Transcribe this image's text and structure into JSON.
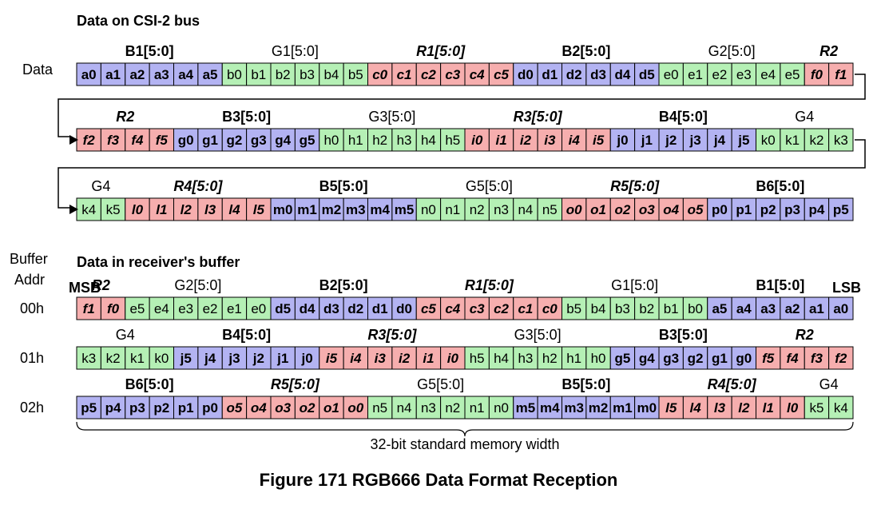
{
  "section_bus": "Data on CSI-2 bus",
  "section_buffer": "Data in receiver's buffer",
  "row_label_data": "Data",
  "buffer_addr_label": [
    "Buffer",
    "Addr"
  ],
  "msb_label": "MSB",
  "lsb_label": "LSB",
  "width_label": "32-bit standard memory width",
  "caption": "Figure 171 RGB666 Data Format Reception",
  "colors": {
    "B": "#b3b3f2",
    "G": "#b5f0b5",
    "R": "#f6aeae",
    "border": "#000000"
  },
  "bus_rows": [
    {
      "cells": [
        {
          "t": "a0",
          "c": "B"
        },
        {
          "t": "a1",
          "c": "B"
        },
        {
          "t": "a2",
          "c": "B"
        },
        {
          "t": "a3",
          "c": "B"
        },
        {
          "t": "a4",
          "c": "B"
        },
        {
          "t": "a5",
          "c": "B"
        },
        {
          "t": "b0",
          "c": "G"
        },
        {
          "t": "b1",
          "c": "G"
        },
        {
          "t": "b2",
          "c": "G"
        },
        {
          "t": "b3",
          "c": "G"
        },
        {
          "t": "b4",
          "c": "G"
        },
        {
          "t": "b5",
          "c": "G"
        },
        {
          "t": "c0",
          "c": "R"
        },
        {
          "t": "c1",
          "c": "R"
        },
        {
          "t": "c2",
          "c": "R"
        },
        {
          "t": "c3",
          "c": "R"
        },
        {
          "t": "c4",
          "c": "R"
        },
        {
          "t": "c5",
          "c": "R"
        },
        {
          "t": "d0",
          "c": "B"
        },
        {
          "t": "d1",
          "c": "B"
        },
        {
          "t": "d2",
          "c": "B"
        },
        {
          "t": "d3",
          "c": "B"
        },
        {
          "t": "d4",
          "c": "B"
        },
        {
          "t": "d5",
          "c": "B"
        },
        {
          "t": "e0",
          "c": "G"
        },
        {
          "t": "e1",
          "c": "G"
        },
        {
          "t": "e2",
          "c": "G"
        },
        {
          "t": "e3",
          "c": "G"
        },
        {
          "t": "e4",
          "c": "G"
        },
        {
          "t": "e5",
          "c": "G"
        },
        {
          "t": "f0",
          "c": "R"
        },
        {
          "t": "f1",
          "c": "R"
        }
      ],
      "groups": [
        {
          "label": "B1[5:0]",
          "start": 0,
          "len": 6,
          "style": "bold"
        },
        {
          "label": "G1[5:0]",
          "start": 6,
          "len": 6,
          "style": "normal"
        },
        {
          "label": "R1[5:0]",
          "start": 12,
          "len": 6,
          "style": "bolditalic"
        },
        {
          "label": "B2[5:0]",
          "start": 18,
          "len": 6,
          "style": "bold"
        },
        {
          "label": "G2[5:0]",
          "start": 24,
          "len": 6,
          "style": "normal"
        },
        {
          "label": "R2",
          "start": 30,
          "len": 2,
          "style": "bolditalic"
        }
      ]
    },
    {
      "cells": [
        {
          "t": "f2",
          "c": "R"
        },
        {
          "t": "f3",
          "c": "R"
        },
        {
          "t": "f4",
          "c": "R"
        },
        {
          "t": "f5",
          "c": "R"
        },
        {
          "t": "g0",
          "c": "B"
        },
        {
          "t": "g1",
          "c": "B"
        },
        {
          "t": "g2",
          "c": "B"
        },
        {
          "t": "g3",
          "c": "B"
        },
        {
          "t": "g4",
          "c": "B"
        },
        {
          "t": "g5",
          "c": "B"
        },
        {
          "t": "h0",
          "c": "G"
        },
        {
          "t": "h1",
          "c": "G"
        },
        {
          "t": "h2",
          "c": "G"
        },
        {
          "t": "h3",
          "c": "G"
        },
        {
          "t": "h4",
          "c": "G"
        },
        {
          "t": "h5",
          "c": "G"
        },
        {
          "t": "i0",
          "c": "R"
        },
        {
          "t": "i1",
          "c": "R"
        },
        {
          "t": "i2",
          "c": "R"
        },
        {
          "t": "i3",
          "c": "R"
        },
        {
          "t": "i4",
          "c": "R"
        },
        {
          "t": "i5",
          "c": "R"
        },
        {
          "t": "j0",
          "c": "B"
        },
        {
          "t": "j1",
          "c": "B"
        },
        {
          "t": "j2",
          "c": "B"
        },
        {
          "t": "j3",
          "c": "B"
        },
        {
          "t": "j4",
          "c": "B"
        },
        {
          "t": "j5",
          "c": "B"
        },
        {
          "t": "k0",
          "c": "G"
        },
        {
          "t": "k1",
          "c": "G"
        },
        {
          "t": "k2",
          "c": "G"
        },
        {
          "t": "k3",
          "c": "G"
        }
      ],
      "groups": [
        {
          "label": "R2",
          "start": 0,
          "len": 4,
          "style": "bolditalic"
        },
        {
          "label": "B3[5:0]",
          "start": 4,
          "len": 6,
          "style": "bold"
        },
        {
          "label": "G3[5:0]",
          "start": 10,
          "len": 6,
          "style": "normal"
        },
        {
          "label": "R3[5:0]",
          "start": 16,
          "len": 6,
          "style": "bolditalic"
        },
        {
          "label": "B4[5:0]",
          "start": 22,
          "len": 6,
          "style": "bold"
        },
        {
          "label": "G4",
          "start": 28,
          "len": 4,
          "style": "normal"
        }
      ]
    },
    {
      "cells": [
        {
          "t": "k4",
          "c": "G"
        },
        {
          "t": "k5",
          "c": "G"
        },
        {
          "t": "l0",
          "c": "R"
        },
        {
          "t": "l1",
          "c": "R"
        },
        {
          "t": "l2",
          "c": "R"
        },
        {
          "t": "l3",
          "c": "R"
        },
        {
          "t": "l4",
          "c": "R"
        },
        {
          "t": "l5",
          "c": "R"
        },
        {
          "t": "m0",
          "c": "B"
        },
        {
          "t": "m1",
          "c": "B"
        },
        {
          "t": "m2",
          "c": "B"
        },
        {
          "t": "m3",
          "c": "B"
        },
        {
          "t": "m4",
          "c": "B"
        },
        {
          "t": "m5",
          "c": "B"
        },
        {
          "t": "n0",
          "c": "G"
        },
        {
          "t": "n1",
          "c": "G"
        },
        {
          "t": "n2",
          "c": "G"
        },
        {
          "t": "n3",
          "c": "G"
        },
        {
          "t": "n4",
          "c": "G"
        },
        {
          "t": "n5",
          "c": "G"
        },
        {
          "t": "o0",
          "c": "R"
        },
        {
          "t": "o1",
          "c": "R"
        },
        {
          "t": "o2",
          "c": "R"
        },
        {
          "t": "o3",
          "c": "R"
        },
        {
          "t": "o4",
          "c": "R"
        },
        {
          "t": "o5",
          "c": "R"
        },
        {
          "t": "p0",
          "c": "B"
        },
        {
          "t": "p1",
          "c": "B"
        },
        {
          "t": "p2",
          "c": "B"
        },
        {
          "t": "p3",
          "c": "B"
        },
        {
          "t": "p4",
          "c": "B"
        },
        {
          "t": "p5",
          "c": "B"
        }
      ],
      "groups": [
        {
          "label": "G4",
          "start": 0,
          "len": 2,
          "style": "normal"
        },
        {
          "label": "R4[5:0]",
          "start": 2,
          "len": 6,
          "style": "bolditalic"
        },
        {
          "label": "B5[5:0]",
          "start": 8,
          "len": 6,
          "style": "bold"
        },
        {
          "label": "G5[5:0]",
          "start": 14,
          "len": 6,
          "style": "normal"
        },
        {
          "label": "R5[5:0]",
          "start": 20,
          "len": 6,
          "style": "bolditalic"
        },
        {
          "label": "B6[5:0]",
          "start": 26,
          "len": 6,
          "style": "bold"
        }
      ]
    }
  ],
  "buffer_rows": [
    {
      "addr": "00h",
      "cells": [
        {
          "t": "f1",
          "c": "R"
        },
        {
          "t": "f0",
          "c": "R"
        },
        {
          "t": "e5",
          "c": "G"
        },
        {
          "t": "e4",
          "c": "G"
        },
        {
          "t": "e3",
          "c": "G"
        },
        {
          "t": "e2",
          "c": "G"
        },
        {
          "t": "e1",
          "c": "G"
        },
        {
          "t": "e0",
          "c": "G"
        },
        {
          "t": "d5",
          "c": "B"
        },
        {
          "t": "d4",
          "c": "B"
        },
        {
          "t": "d3",
          "c": "B"
        },
        {
          "t": "d2",
          "c": "B"
        },
        {
          "t": "d1",
          "c": "B"
        },
        {
          "t": "d0",
          "c": "B"
        },
        {
          "t": "c5",
          "c": "R"
        },
        {
          "t": "c4",
          "c": "R"
        },
        {
          "t": "c3",
          "c": "R"
        },
        {
          "t": "c2",
          "c": "R"
        },
        {
          "t": "c1",
          "c": "R"
        },
        {
          "t": "c0",
          "c": "R"
        },
        {
          "t": "b5",
          "c": "G"
        },
        {
          "t": "b4",
          "c": "G"
        },
        {
          "t": "b3",
          "c": "G"
        },
        {
          "t": "b2",
          "c": "G"
        },
        {
          "t": "b1",
          "c": "G"
        },
        {
          "t": "b0",
          "c": "G"
        },
        {
          "t": "a5",
          "c": "B"
        },
        {
          "t": "a4",
          "c": "B"
        },
        {
          "t": "a3",
          "c": "B"
        },
        {
          "t": "a2",
          "c": "B"
        },
        {
          "t": "a1",
          "c": "B"
        },
        {
          "t": "a0",
          "c": "B"
        }
      ],
      "groups": [
        {
          "label": "R2",
          "start": 0,
          "len": 2,
          "style": "bolditalic"
        },
        {
          "label": "G2[5:0]",
          "start": 2,
          "len": 6,
          "style": "normal"
        },
        {
          "label": "B2[5:0]",
          "start": 8,
          "len": 6,
          "style": "bold"
        },
        {
          "label": "R1[5:0]",
          "start": 14,
          "len": 6,
          "style": "bolditalic"
        },
        {
          "label": "G1[5:0]",
          "start": 20,
          "len": 6,
          "style": "normal"
        },
        {
          "label": "B1[5:0]",
          "start": 26,
          "len": 6,
          "style": "bold"
        }
      ]
    },
    {
      "addr": "01h",
      "cells": [
        {
          "t": "k3",
          "c": "G"
        },
        {
          "t": "k2",
          "c": "G"
        },
        {
          "t": "k1",
          "c": "G"
        },
        {
          "t": "k0",
          "c": "G"
        },
        {
          "t": "j5",
          "c": "B"
        },
        {
          "t": "j4",
          "c": "B"
        },
        {
          "t": "j3",
          "c": "B"
        },
        {
          "t": "j2",
          "c": "B"
        },
        {
          "t": "j1",
          "c": "B"
        },
        {
          "t": "j0",
          "c": "B"
        },
        {
          "t": "i5",
          "c": "R"
        },
        {
          "t": "i4",
          "c": "R"
        },
        {
          "t": "i3",
          "c": "R"
        },
        {
          "t": "i2",
          "c": "R"
        },
        {
          "t": "i1",
          "c": "R"
        },
        {
          "t": "i0",
          "c": "R"
        },
        {
          "t": "h5",
          "c": "G"
        },
        {
          "t": "h4",
          "c": "G"
        },
        {
          "t": "h3",
          "c": "G"
        },
        {
          "t": "h2",
          "c": "G"
        },
        {
          "t": "h1",
          "c": "G"
        },
        {
          "t": "h0",
          "c": "G"
        },
        {
          "t": "g5",
          "c": "B"
        },
        {
          "t": "g4",
          "c": "B"
        },
        {
          "t": "g3",
          "c": "B"
        },
        {
          "t": "g2",
          "c": "B"
        },
        {
          "t": "g1",
          "c": "B"
        },
        {
          "t": "g0",
          "c": "B"
        },
        {
          "t": "f5",
          "c": "R"
        },
        {
          "t": "f4",
          "c": "R"
        },
        {
          "t": "f3",
          "c": "R"
        },
        {
          "t": "f2",
          "c": "R"
        }
      ],
      "groups": [
        {
          "label": "G4",
          "start": 0,
          "len": 4,
          "style": "normal"
        },
        {
          "label": "B4[5:0]",
          "start": 4,
          "len": 6,
          "style": "bold"
        },
        {
          "label": "R3[5:0]",
          "start": 10,
          "len": 6,
          "style": "bolditalic"
        },
        {
          "label": "G3[5:0]",
          "start": 16,
          "len": 6,
          "style": "normal"
        },
        {
          "label": "B3[5:0]",
          "start": 22,
          "len": 6,
          "style": "bold"
        },
        {
          "label": "R2",
          "start": 28,
          "len": 4,
          "style": "bolditalic"
        }
      ]
    },
    {
      "addr": "02h",
      "cells": [
        {
          "t": "p5",
          "c": "B"
        },
        {
          "t": "p4",
          "c": "B"
        },
        {
          "t": "p3",
          "c": "B"
        },
        {
          "t": "p2",
          "c": "B"
        },
        {
          "t": "p1",
          "c": "B"
        },
        {
          "t": "p0",
          "c": "B"
        },
        {
          "t": "o5",
          "c": "R"
        },
        {
          "t": "o4",
          "c": "R"
        },
        {
          "t": "o3",
          "c": "R"
        },
        {
          "t": "o2",
          "c": "R"
        },
        {
          "t": "o1",
          "c": "R"
        },
        {
          "t": "o0",
          "c": "R"
        },
        {
          "t": "n5",
          "c": "G"
        },
        {
          "t": "n4",
          "c": "G"
        },
        {
          "t": "n3",
          "c": "G"
        },
        {
          "t": "n2",
          "c": "G"
        },
        {
          "t": "n1",
          "c": "G"
        },
        {
          "t": "n0",
          "c": "G"
        },
        {
          "t": "m5",
          "c": "B"
        },
        {
          "t": "m4",
          "c": "B"
        },
        {
          "t": "m3",
          "c": "B"
        },
        {
          "t": "m2",
          "c": "B"
        },
        {
          "t": "m1",
          "c": "B"
        },
        {
          "t": "m0",
          "c": "B"
        },
        {
          "t": "l5",
          "c": "R"
        },
        {
          "t": "l4",
          "c": "R"
        },
        {
          "t": "l3",
          "c": "R"
        },
        {
          "t": "l2",
          "c": "R"
        },
        {
          "t": "l1",
          "c": "R"
        },
        {
          "t": "l0",
          "c": "R"
        },
        {
          "t": "k5",
          "c": "G"
        },
        {
          "t": "k4",
          "c": "G"
        }
      ],
      "groups": [
        {
          "label": "B6[5:0]",
          "start": 0,
          "len": 6,
          "style": "bold"
        },
        {
          "label": "R5[5:0]",
          "start": 6,
          "len": 6,
          "style": "bolditalic"
        },
        {
          "label": "G5[5:0]",
          "start": 12,
          "len": 6,
          "style": "normal"
        },
        {
          "label": "B5[5:0]",
          "start": 18,
          "len": 6,
          "style": "bold"
        },
        {
          "label": "R4[5:0]",
          "start": 24,
          "len": 6,
          "style": "bolditalic"
        },
        {
          "label": "G4",
          "start": 30,
          "len": 2,
          "style": "normal"
        }
      ]
    }
  ]
}
